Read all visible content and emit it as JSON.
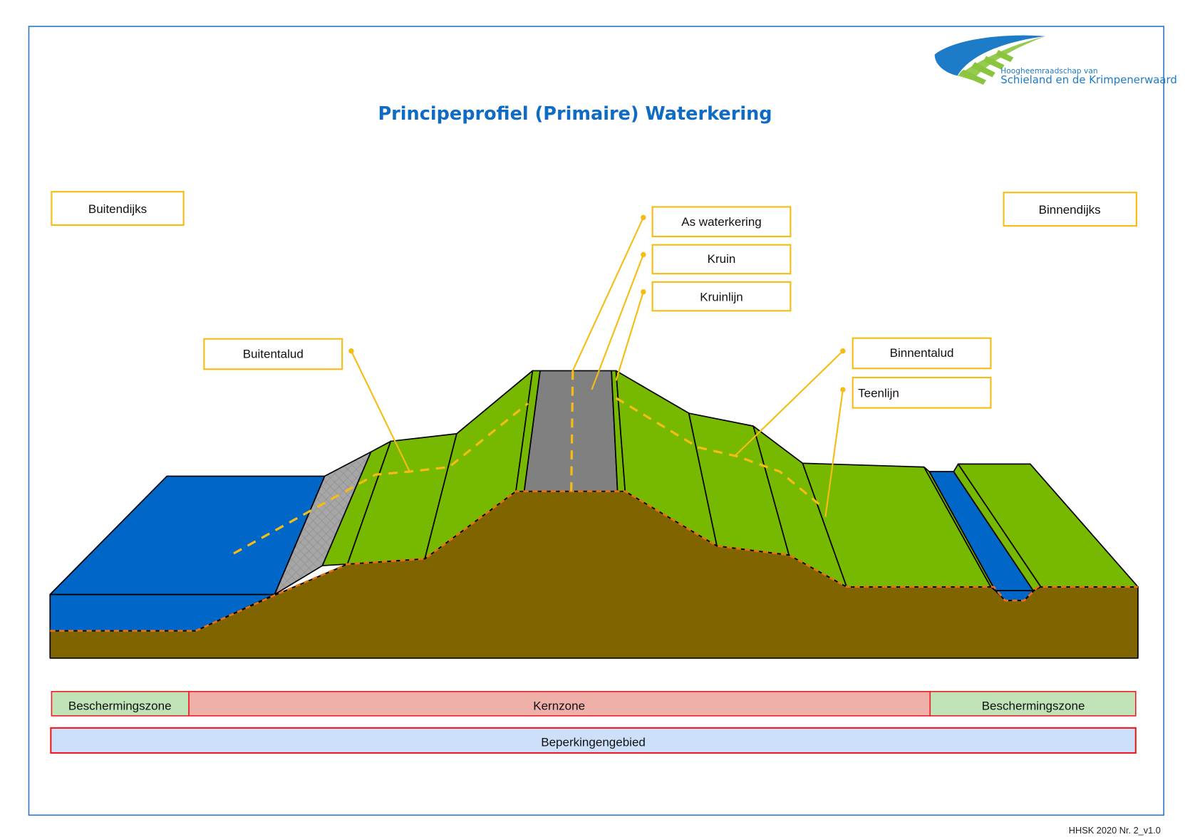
{
  "header": {
    "title": "Principeprofiel (Primaire) Waterkering",
    "logo": {
      "icon": "dike-logo-icon",
      "line1": "Hoogheemraadschap van",
      "line2": "Schieland en de Krimpenerwaard"
    }
  },
  "sides": {
    "outside": "Buitendijks",
    "inside": "Binnendijks"
  },
  "labels": {
    "as_waterkering": "As waterkering",
    "kruin": "Kruin",
    "kruinlijn": "Kruinlijn",
    "buitentalud": "Buitentalud",
    "binnentalud": "Binnentalud",
    "teenlijn": "Teenlijn"
  },
  "zones": {
    "row1": [
      {
        "label": "Beschermingszone",
        "color": "#c0e4b7"
      },
      {
        "label": "Kernzone",
        "color": "#efb0aa"
      },
      {
        "label": "Beschermingszone",
        "color": "#c0e4b7"
      }
    ],
    "row2": [
      {
        "label": "Beperkingengebied",
        "color": "#cde0fa"
      }
    ],
    "border_color": "#ee1c24"
  },
  "colors": {
    "water": "#0066c8",
    "grass": "#77b800",
    "soil": "#7f6400",
    "road": "#808080",
    "revetment": "#a6a6a6",
    "accent": "#f5bd14",
    "frame": "#2e75c8"
  },
  "footer": {
    "code": "HHSK 2020  Nr. 2_v1.0"
  }
}
